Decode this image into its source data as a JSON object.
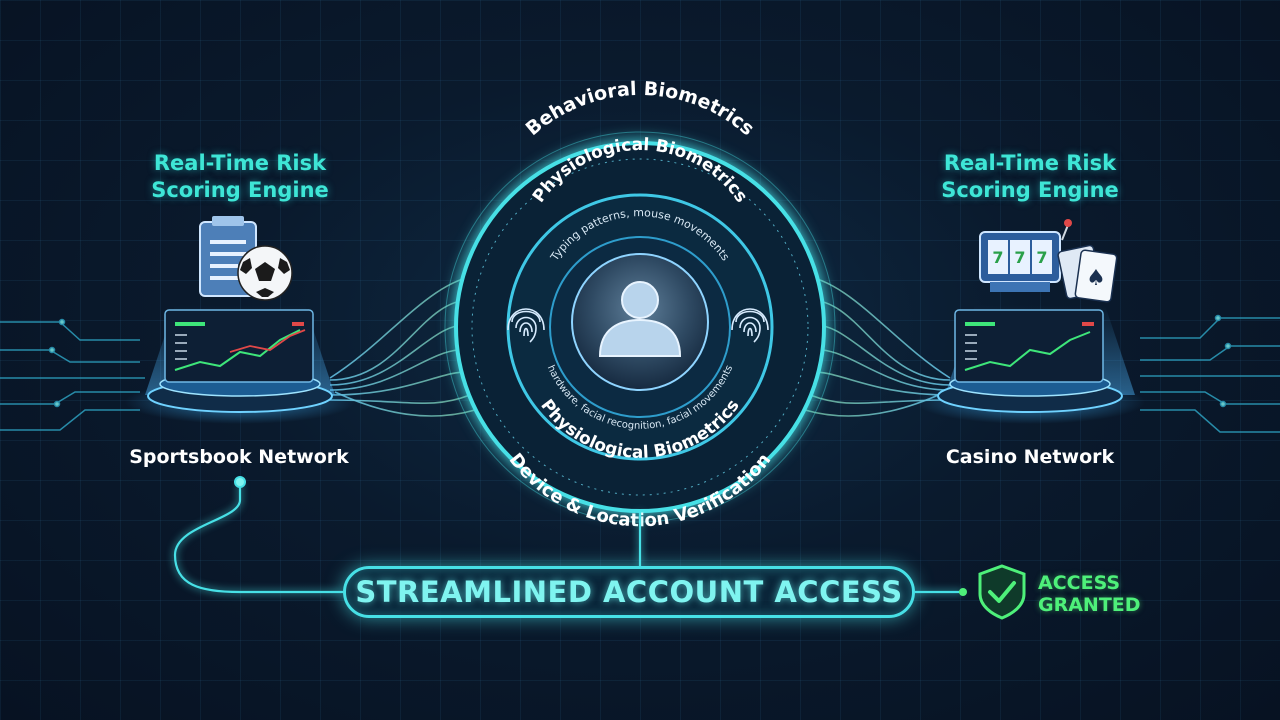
{
  "left_panel": {
    "title_line1": "Real-Time Risk",
    "title_line2": "Scoring Engine",
    "network_label": "Sportsbook Network",
    "icon": "sportsbook-ticket-soccer-icon"
  },
  "right_panel": {
    "title_line1": "Real-Time Risk",
    "title_line2": "Scoring Engine",
    "network_label": "Casino Network",
    "icon": "slot-machine-cards-icon"
  },
  "center": {
    "ring_outer_label": "Behavioral Biometrics",
    "ring_middle_top_label": "Physiological Biometrics",
    "ring_middle_top_sub": "Typing patterns, mouse movements",
    "ring_middle_bottom_label": "Physiological Biometrics",
    "ring_middle_bottom_sub": "hardware, facial recognition, facial movements",
    "ring_outer_bottom_label": "Device & Location Verification",
    "center_icon": "user-avatar-icon",
    "side_icons": [
      "fingerprint-icon",
      "fingerprint-icon"
    ]
  },
  "access": {
    "label": "STREAMLINED ACCOUNT ACCESS",
    "status_line1": "ACCESS",
    "status_line2": "GRANTED",
    "status_icon": "shield-check-icon"
  },
  "colors": {
    "accent_cyan": "#47e0e6",
    "title_teal": "#3ee6d6",
    "granted_green": "#4ef07a",
    "background": "#0a1a2d"
  }
}
